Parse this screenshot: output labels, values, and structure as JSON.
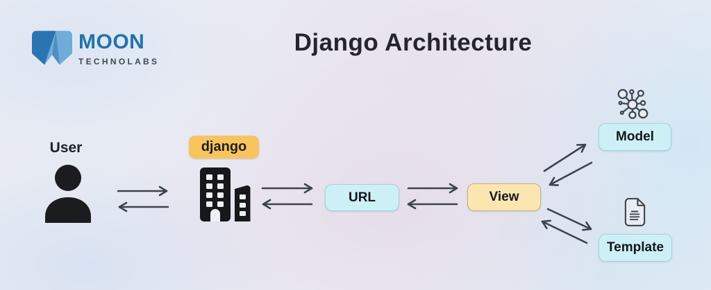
{
  "brand": {
    "logo_text": "MOON",
    "logo_subtext": "TECHNOLABS"
  },
  "title": "Django Architecture",
  "diagram": {
    "user_label": "User",
    "django_label": "django",
    "url_label": "URL",
    "view_label": "View",
    "model_label": "Model",
    "template_label": "Template"
  },
  "icons": {
    "brand_mark": "moon-logo-mark",
    "user": "person-icon",
    "django_server": "buildings-icon",
    "model": "network-nodes-icon",
    "template": "document-icon",
    "arrows": "bidirectional-flow-arrows"
  },
  "colors": {
    "brand_blue": "#2173ae",
    "brand_blue_light": "#6fadd8",
    "badge_yellow": "#f7c45e",
    "node_cyan": "#cdf0f7",
    "node_cream": "#fbe5b1",
    "arrow_gray": "#3d434b",
    "icon_black": "#17181b",
    "title_text": "#24262b"
  }
}
